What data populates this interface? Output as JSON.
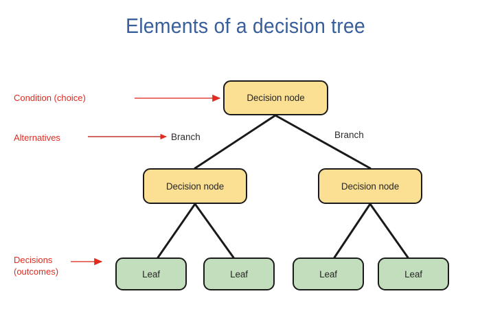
{
  "page": {
    "title": "Elements of a decision tree",
    "background_color": "#ffffff",
    "title_color": "#39609c"
  },
  "colors": {
    "decision_node_fill": "#fbdf93",
    "leaf_node_fill": "#c3debc",
    "node_border": "#1a1a1a",
    "annotation_red": "#e02b20",
    "connector_line": "#1a1a1a",
    "title_blue": "#39609c"
  },
  "diagram": {
    "type": "decision-tree",
    "nodes": [
      {
        "id": "root",
        "label": "Decision node",
        "kind": "decision",
        "level": 0
      },
      {
        "id": "mid-left",
        "label": "Decision node",
        "kind": "decision",
        "level": 1
      },
      {
        "id": "mid-right",
        "label": "Decision node",
        "kind": "decision",
        "level": 1
      },
      {
        "id": "leaf-1",
        "label": "Leaf",
        "kind": "leaf",
        "level": 2
      },
      {
        "id": "leaf-2",
        "label": "Leaf",
        "kind": "leaf",
        "level": 2
      },
      {
        "id": "leaf-3",
        "label": "Leaf",
        "kind": "leaf",
        "level": 2
      },
      {
        "id": "leaf-4",
        "label": "Leaf",
        "kind": "leaf",
        "level": 2
      }
    ],
    "edges": [
      {
        "from": "root",
        "to": "mid-left"
      },
      {
        "from": "root",
        "to": "mid-right"
      },
      {
        "from": "mid-left",
        "to": "leaf-1"
      },
      {
        "from": "mid-left",
        "to": "leaf-2"
      },
      {
        "from": "mid-right",
        "to": "leaf-3"
      },
      {
        "from": "mid-right",
        "to": "leaf-4"
      }
    ],
    "branch_labels": {
      "left": "Branch",
      "right": "Branch"
    }
  },
  "annotations": [
    {
      "id": "condition",
      "text": "Condition (choice)",
      "points_to": "root",
      "arrow": "right-arrow-icon"
    },
    {
      "id": "alternatives",
      "text": "Alternatives",
      "points_to": "branch-label-left",
      "arrow": "right-arrow-icon"
    },
    {
      "id": "decisions",
      "text_line_1": "Decisions",
      "text_line_2": "(outcomes)",
      "points_to": "leaf-1",
      "arrow": "right-arrow-icon"
    }
  ]
}
